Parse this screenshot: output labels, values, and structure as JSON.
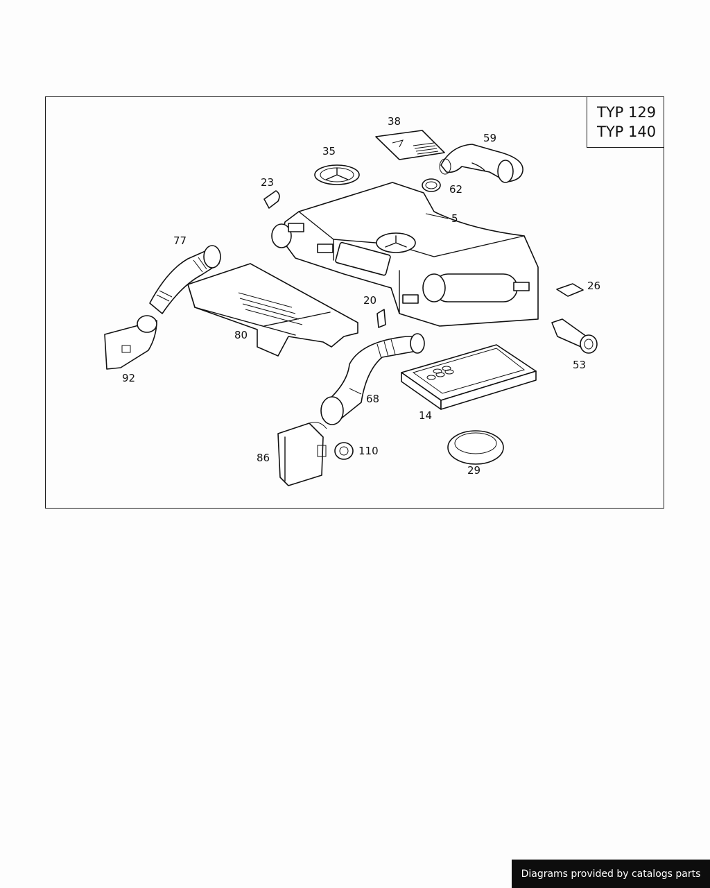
{
  "type_box": {
    "line1": "TYP 129",
    "line2": "TYP 140"
  },
  "callouts": {
    "p5": "5",
    "p14": "14",
    "p20": "20",
    "p23": "23",
    "p26": "26",
    "p29": "29",
    "p35": "35",
    "p38": "38",
    "p53": "53",
    "p59": "59",
    "p62": "62",
    "p68": "68",
    "p77": "77",
    "p80": "80",
    "p86": "86",
    "p92": "92",
    "p110": "110"
  },
  "footer": {
    "text": "Diagrams provided by catalogs parts"
  }
}
